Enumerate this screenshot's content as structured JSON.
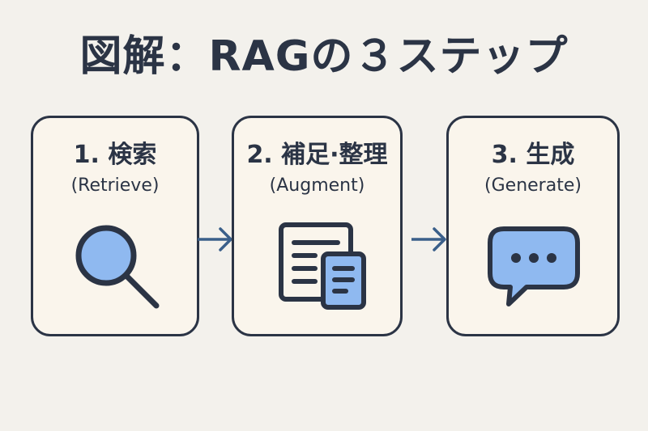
{
  "title": "図解：RAGの３ステップ",
  "colors": {
    "background": "#f3f1ec",
    "box_fill": "#faf5ec",
    "outline": "#2b3445",
    "accent_blue": "#8fb9f0",
    "arrow": "#3a5f8a"
  },
  "steps": [
    {
      "title": "1. 検索",
      "subtitle": "(Retrieve)",
      "icon": "magnifier-icon"
    },
    {
      "title": "2. 補足·整理",
      "subtitle": "(Augment)",
      "icon": "documents-icon"
    },
    {
      "title": "3. 生成",
      "subtitle": "(Generate)",
      "icon": "chat-bubble-icon"
    }
  ],
  "connectors": [
    {
      "from": "1. 検索",
      "to": "2. 補足·整理",
      "icon": "arrow-right-icon"
    },
    {
      "from": "2. 補足·整理",
      "to": "3. 生成",
      "icon": "arrow-right-icon"
    }
  ]
}
